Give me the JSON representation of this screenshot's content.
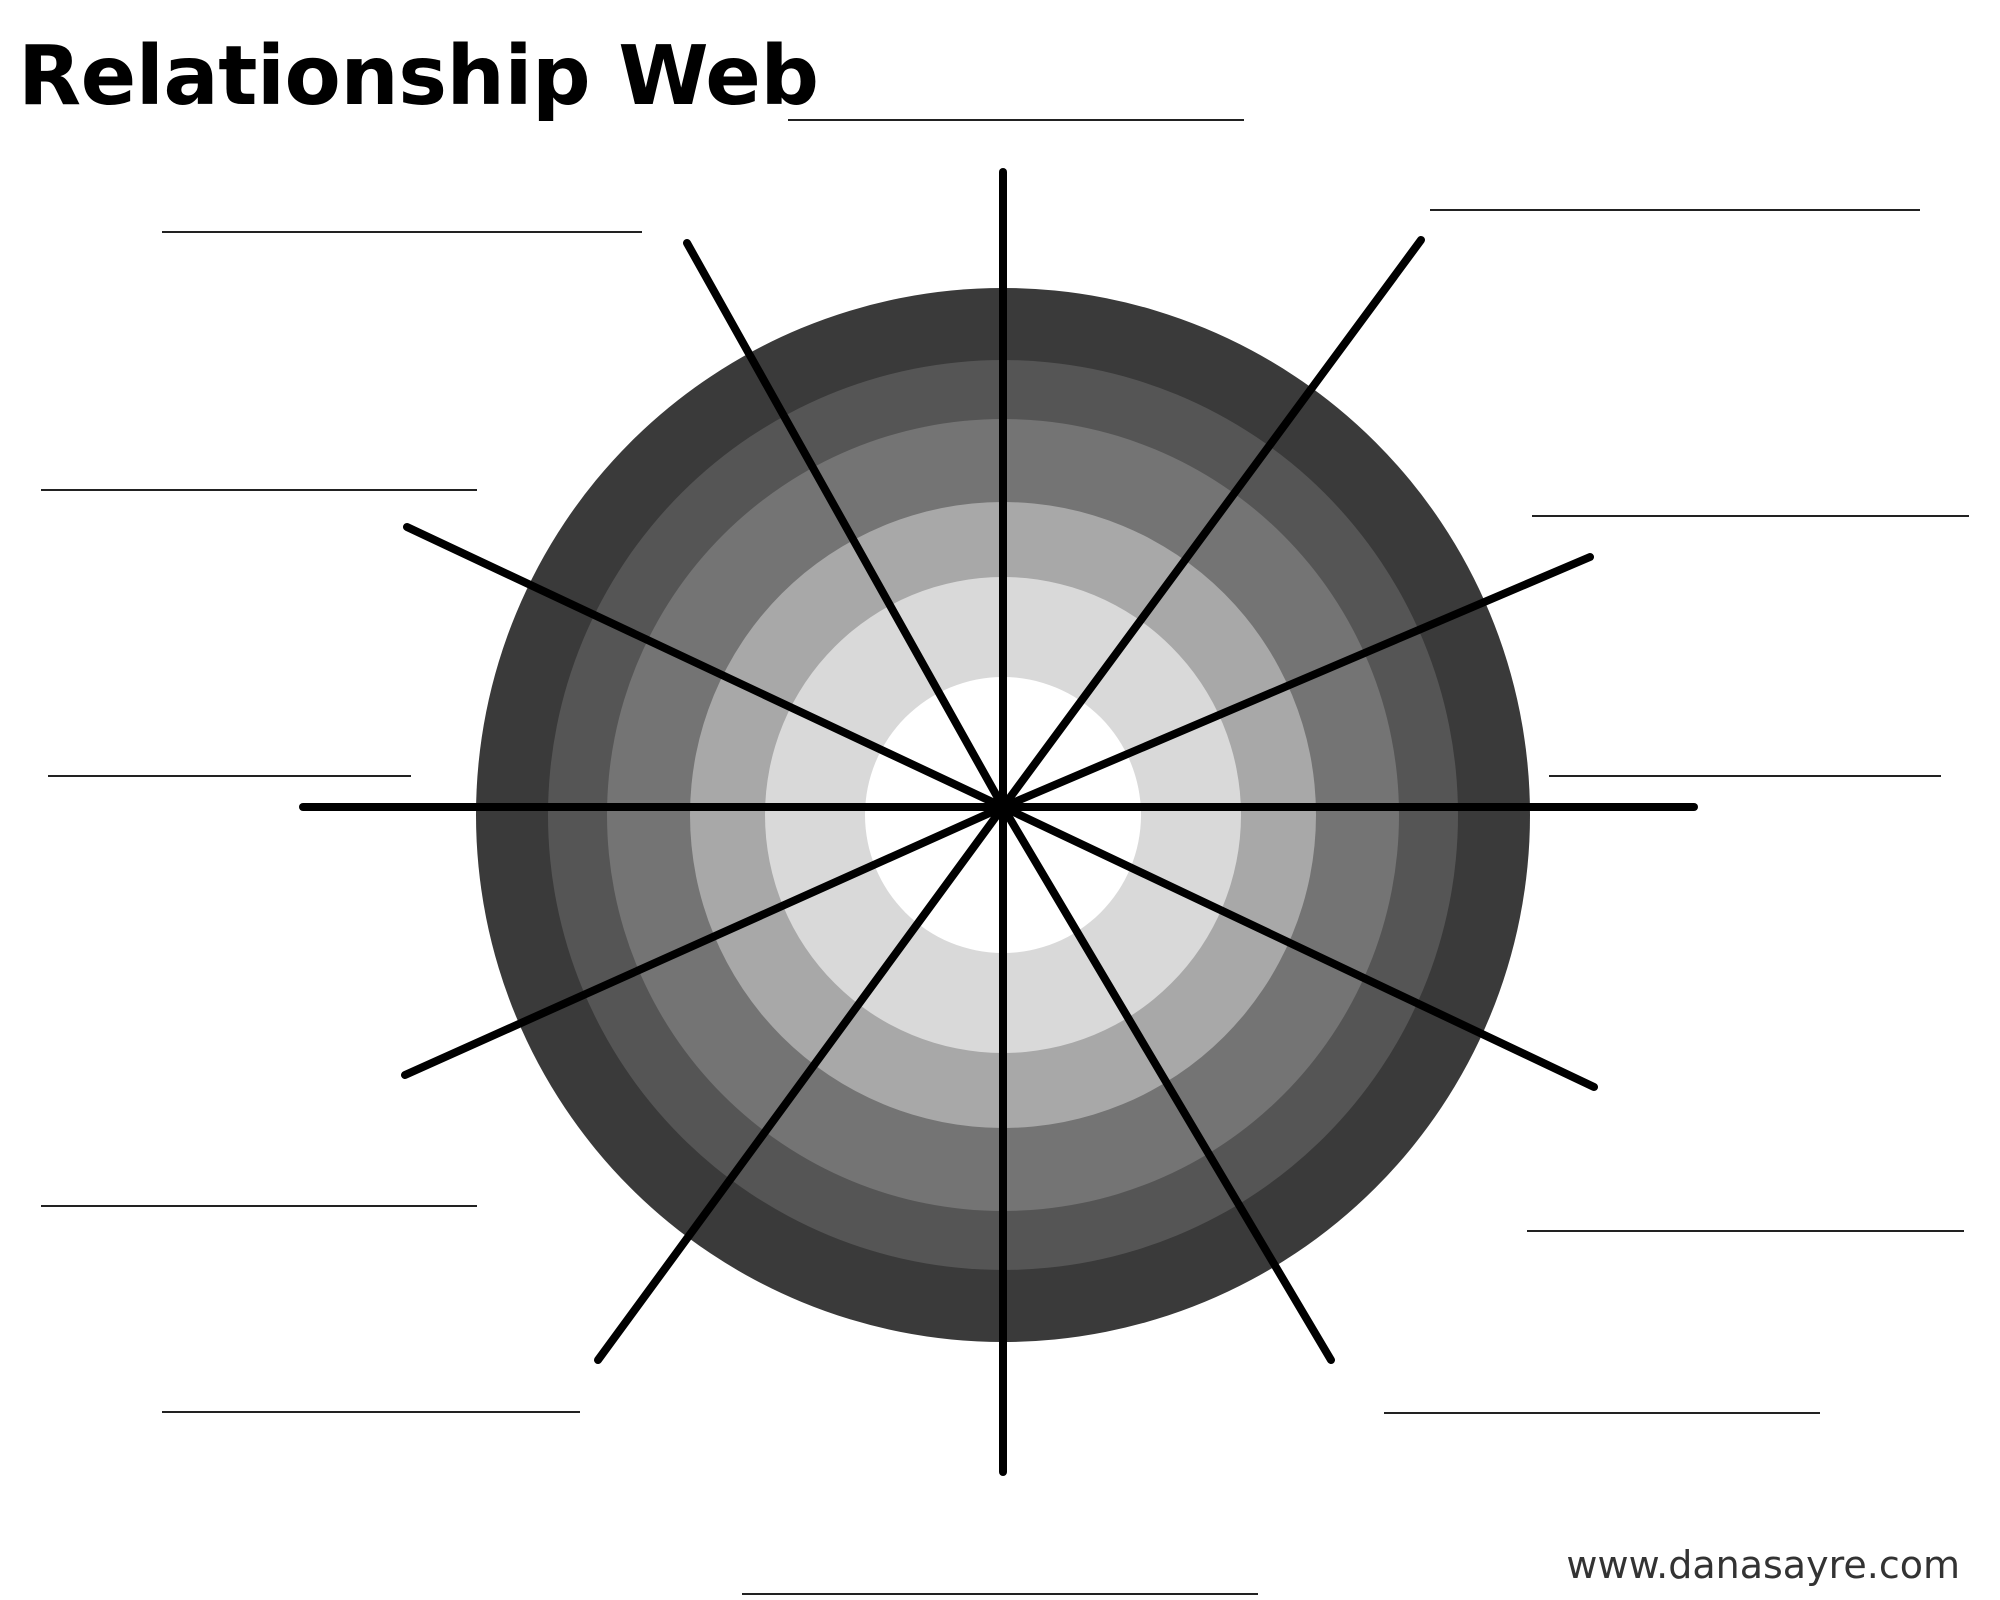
{
  "title": "Relationship Web",
  "website": "www.danasayre.com",
  "web": {
    "ring_colors": [
      "#3a3a3a",
      "#555555",
      "#747474",
      "#a8a8a8",
      "#d9d9d9",
      "#ffffff"
    ],
    "spoke_color": "#000000",
    "spoke_count": 12
  },
  "blank_lines": [
    "top",
    "top-left",
    "top-right",
    "upper-left",
    "upper-right",
    "middle-left",
    "middle-right",
    "lower-left",
    "lower-right",
    "bottom-left",
    "bottom-right",
    "bottom"
  ]
}
